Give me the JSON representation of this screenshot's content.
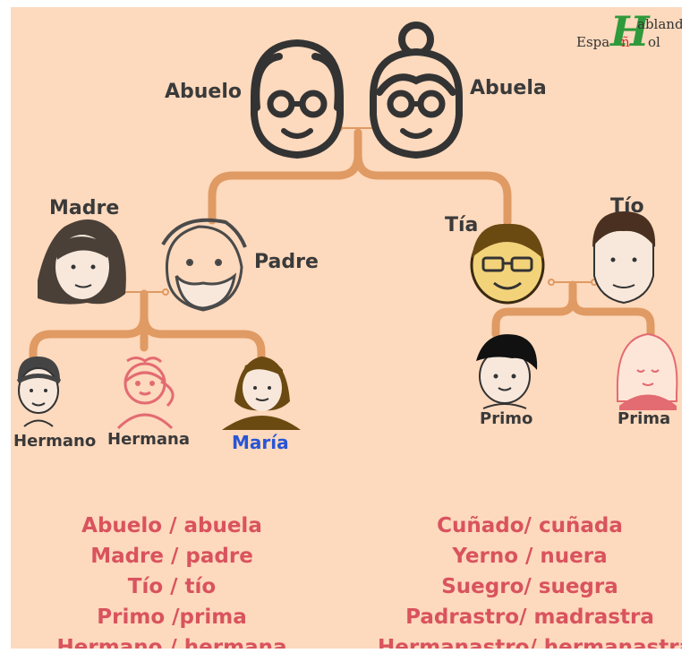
{
  "logo": {
    "left_text": "Espa",
    "mid_text": "ñ",
    "right_text": "ol",
    "top_text": "abland",
    "big_letter": "H"
  },
  "people": {
    "abuelo": "Abuelo",
    "abuela": "Abuela",
    "madre": "Madre",
    "padre": "Padre",
    "tia": "Tía",
    "tio": "Tío",
    "hermano": "Hermano",
    "hermana": "Hermana",
    "maria": "María",
    "primo": "Primo",
    "prima": "Prima"
  },
  "vocab_left": [
    "Abuelo / abuela",
    "Madre / padre",
    "Tío / tío",
    "Primo /prima",
    "Hermano / hermana"
  ],
  "vocab_right": [
    "Cuñado/ cuñada",
    "Yerno / nuera",
    "Suegro/ suegra",
    "Padrastro/ madrastra",
    "Hermanastro/ hermanastra"
  ],
  "colors": {
    "background": "#fdd9bd",
    "branch": "#e09a63",
    "vocab": "#d9535e",
    "maria": "#2855d6"
  }
}
